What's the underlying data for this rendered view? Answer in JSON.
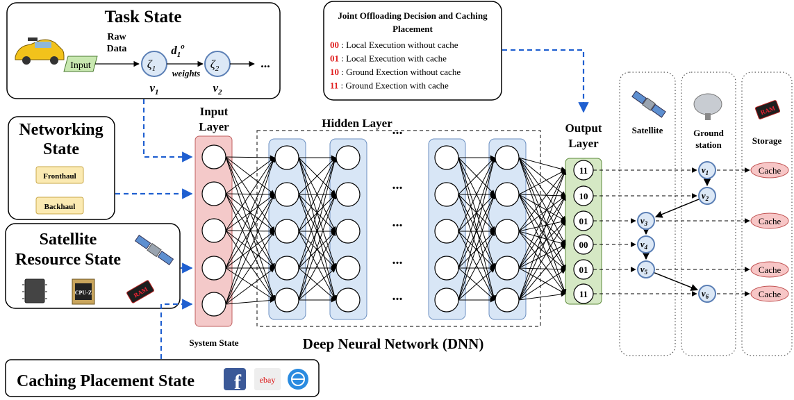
{
  "task_state": {
    "title": "Task State",
    "raw_data_line1": "Raw",
    "raw_data_line2": "Data",
    "input_label": "Input",
    "node1": "ζ",
    "node1_sub": "1",
    "node2": "ζ",
    "node2_sub": "2",
    "edge_label": "d",
    "edge_label_sub": "1",
    "edge_label_sup": "o",
    "weights_label": "weights",
    "v1": "v",
    "v1_sub": "1",
    "v2": "v",
    "v2_sub": "2",
    "ellipsis": "..."
  },
  "networking_state": {
    "title_line1": "Networking",
    "title_line2": "State",
    "fronthaul": "Fronthaul",
    "backhaul": "Backhaul"
  },
  "satellite_state": {
    "title_line1": "Satellite",
    "title_line2": "Resource State",
    "cpu_label": "CPU-Z",
    "ram_label": "RAM"
  },
  "caching_state": {
    "title": "Caching Placement State",
    "fb_label": "f",
    "ebay_label": "ebay"
  },
  "legend": {
    "title_line1": "Joint Offloading Decision and Caching",
    "title_line2": "Placement",
    "items": [
      {
        "code": "00",
        "text": ": Local Execution without cache"
      },
      {
        "code": "01",
        "text": ": Local Execution with cache"
      },
      {
        "code": "10",
        "text": ": Ground Exection without cache"
      },
      {
        "code": "11",
        "text": ": Ground Exection with cache"
      }
    ]
  },
  "dnn": {
    "input_layer_line1": "Input",
    "input_layer_line2": "Layer",
    "hidden_layer": "Hidden Layer",
    "output_layer_line1": "Output",
    "output_layer_line2": "Layer",
    "system_state": "System State",
    "caption": "Deep Neural Network (DNN)",
    "dots": "...",
    "output_nodes": [
      "11",
      "10",
      "01",
      "00",
      "01",
      "11"
    ]
  },
  "columns": {
    "satellite": "Satellite",
    "ground_line1": "Ground",
    "ground_line2": "station",
    "storage": "Storage",
    "ram_label": "RAM"
  },
  "placement": {
    "nodes": [
      {
        "name": "v",
        "sub": "1"
      },
      {
        "name": "v",
        "sub": "2"
      },
      {
        "name": "v",
        "sub": "3"
      },
      {
        "name": "v",
        "sub": "4"
      },
      {
        "name": "v",
        "sub": "5"
      },
      {
        "name": "v",
        "sub": "6"
      }
    ],
    "cache_label": "Cache"
  },
  "colors": {
    "blue_dash": "#1f5fd0",
    "input_layer_fill": "#f4c9c9",
    "hidden_fill": "#d8e6f6",
    "output_fill": "#d5e8c4",
    "node_fill": "#dce8f6",
    "node_stroke": "#5b7fb5",
    "cache_fill": "#f7c6c6",
    "cache_stroke": "#c05050",
    "tag_fill": "#fbeab2",
    "tag_stroke": "#c9a84a",
    "code_red": "#e02020",
    "input_para_fill": "#c8e8b0"
  }
}
